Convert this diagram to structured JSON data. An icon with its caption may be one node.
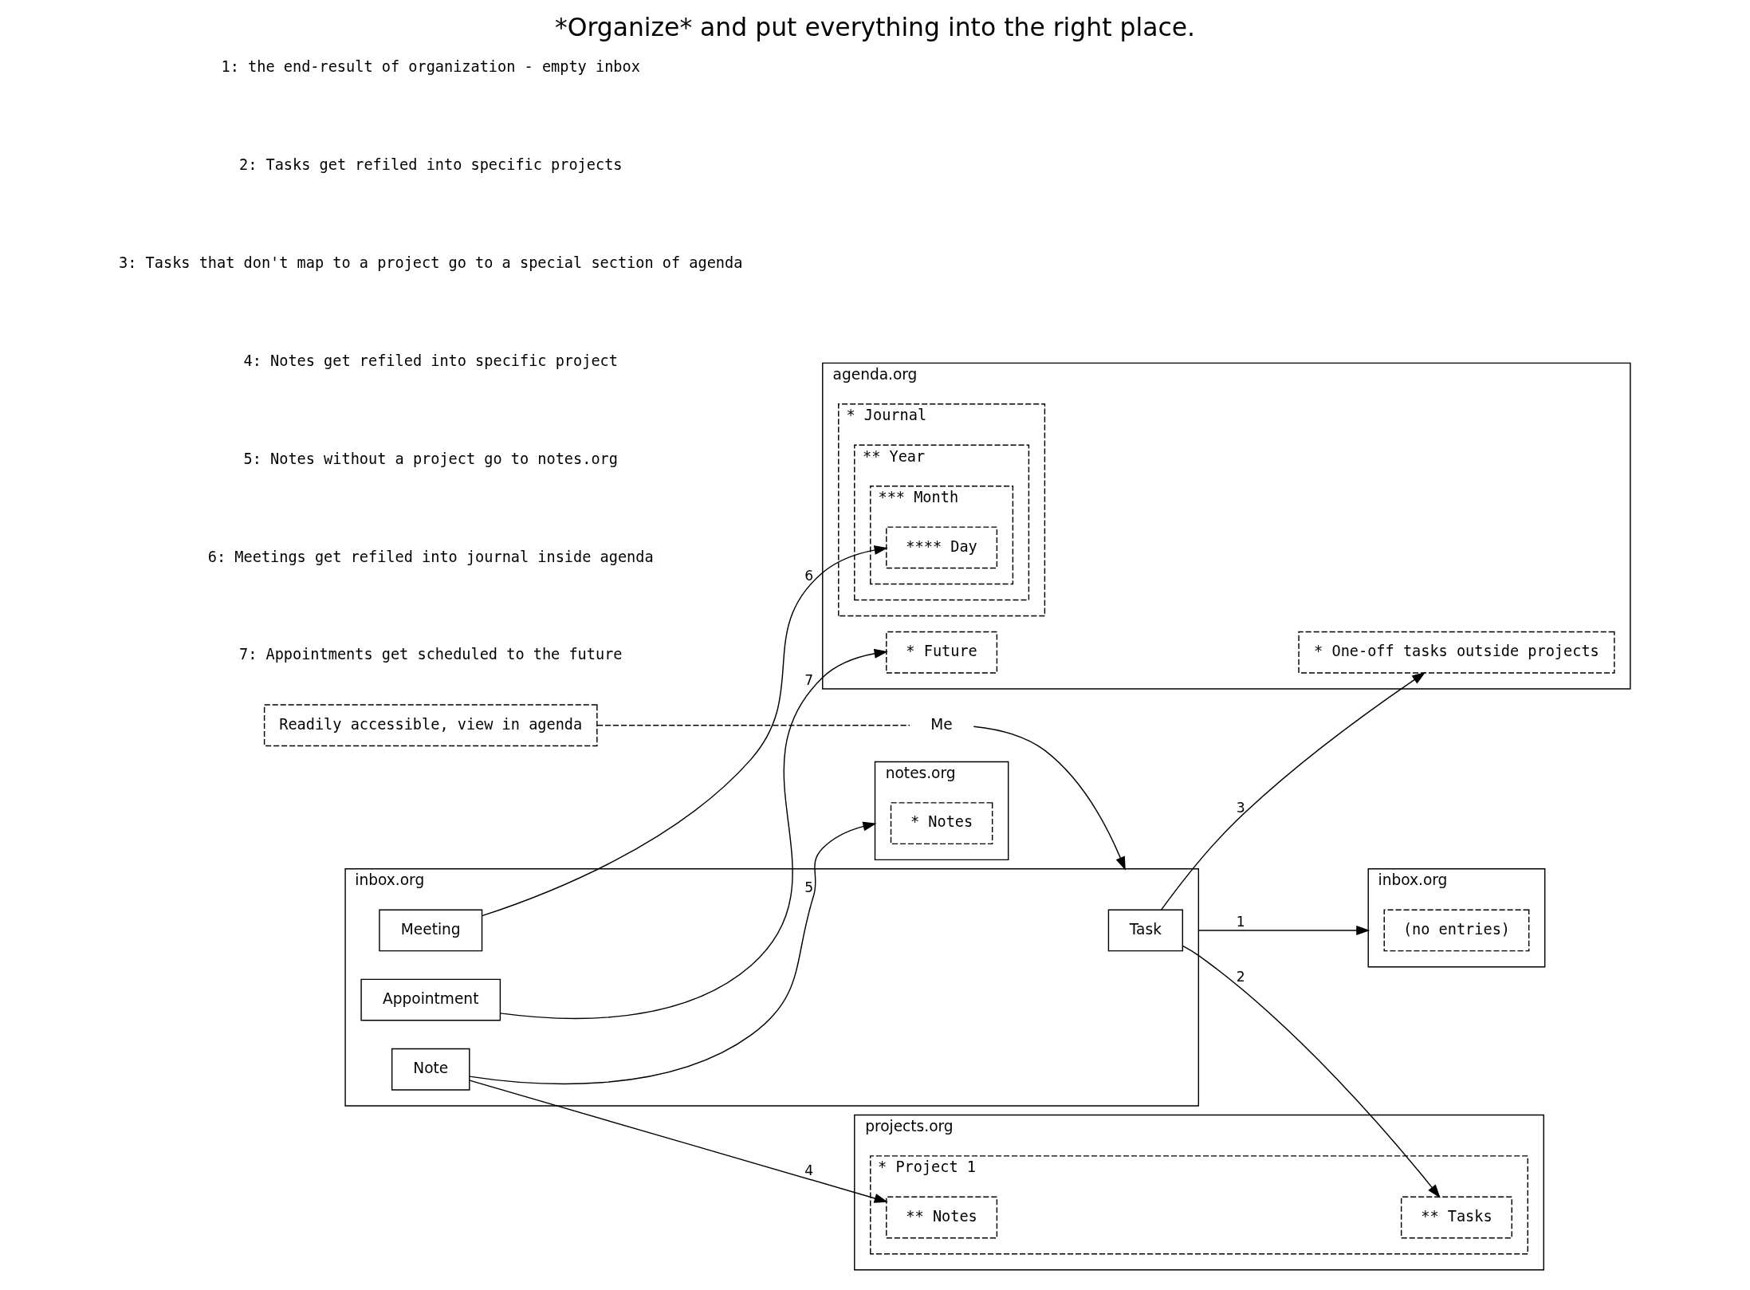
{
  "diagram": {
    "title": "*Organize* and put everything into the right place.",
    "nodes": [
      {
        "text": [
          "Me"
        ]
      },
      {
        "text": [
          "Readily accessible, view in agenda"
        ]
      },
      {
        "text": [
          "inbox.org"
        ]
      },
      {
        "text": [
          "Task"
        ],
        "in": 2
      },
      {
        "text": [
          "Note"
        ],
        "in": 2
      },
      {
        "text": [
          "Meeting"
        ],
        "in": 2
      },
      {
        "text": [
          "Appointment"
        ],
        "in": 2
      },
      {
        "text": [
          "inbox.org"
        ]
      },
      {
        "text": [
          "(no entries)"
        ],
        "in": 7
      },
      {
        "text": [
          "projects.org"
        ]
      },
      {
        "text": [
          "* Project 1"
        ],
        "in": 9
      },
      {
        "text": [
          "** Tasks"
        ],
        "in": 10
      },
      {
        "text": [
          "** Notes"
        ],
        "in": 10
      },
      {
        "text": [
          "agenda.org"
        ]
      },
      {
        "text": [
          "* One-off tasks outside projects"
        ],
        "in": 13
      },
      {
        "text": [
          "* Journal"
        ],
        "in": 13
      },
      {
        "text": [
          "** Year"
        ],
        "in": 15
      },
      {
        "text": [
          "*** Month"
        ],
        "in": 16
      },
      {
        "text": [
          "**** Day"
        ],
        "in": 17
      },
      {
        "text": [
          "* Future"
        ],
        "in": 13
      },
      {
        "text": [
          "notes.org"
        ]
      },
      {
        "text": [
          "* Notes"
        ],
        "in": 20
      }
    ],
    "edges": [
      {
        "from": 0,
        "to": 2,
        "arrow": "to"
      },
      {
        "from": 1,
        "to": 0,
        "arrow": "none",
        "style": "dashed"
      },
      {
        "from": 2,
        "to": 7,
        "arrow": "to",
        "label": "1"
      },
      {
        "from": 3,
        "to": 11,
        "arrow": "to",
        "label": "2"
      },
      {
        "from": 3,
        "to": 14,
        "arrow": "to",
        "label": "3"
      },
      {
        "from": 4,
        "to": 12,
        "arrow": "to",
        "label": "4"
      },
      {
        "from": 4,
        "to": 20,
        "arrow": "to",
        "label": "5"
      },
      {
        "from": 5,
        "to": 18,
        "arrow": "to",
        "label": "6"
      },
      {
        "from": 6,
        "to": 19,
        "arrow": "to",
        "label": "7"
      }
    ],
    "labels": [
      "1: the end-result of organization - empty inbox",
      "2: Tasks get refiled into specific projects",
      "3: Tasks that don't map to a project go to a special section of agenda",
      "4: Notes get refiled into specific project",
      "5: Notes without a project go to notes.org",
      "6: Meetings get refiled into journal inside agenda",
      "7: Appointments get scheduled to the future"
    ]
  }
}
